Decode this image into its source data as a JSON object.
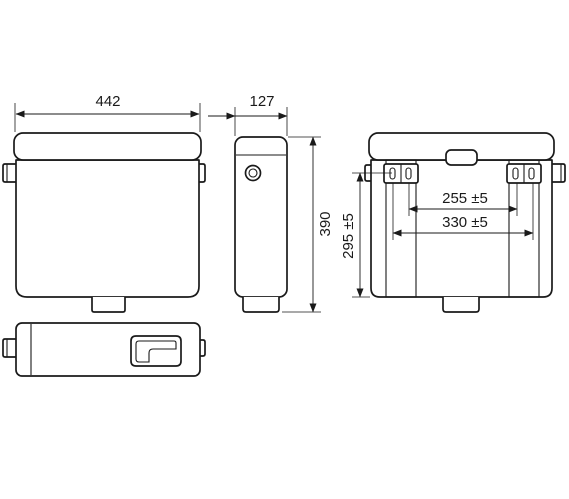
{
  "diagram": {
    "title": "",
    "dimensions": {
      "width": "442",
      "depth": "127",
      "height": "390",
      "mount_height": "295 ±5",
      "inner_spacing": "255 ±5",
      "outer_spacing": "330 ±5"
    }
  }
}
